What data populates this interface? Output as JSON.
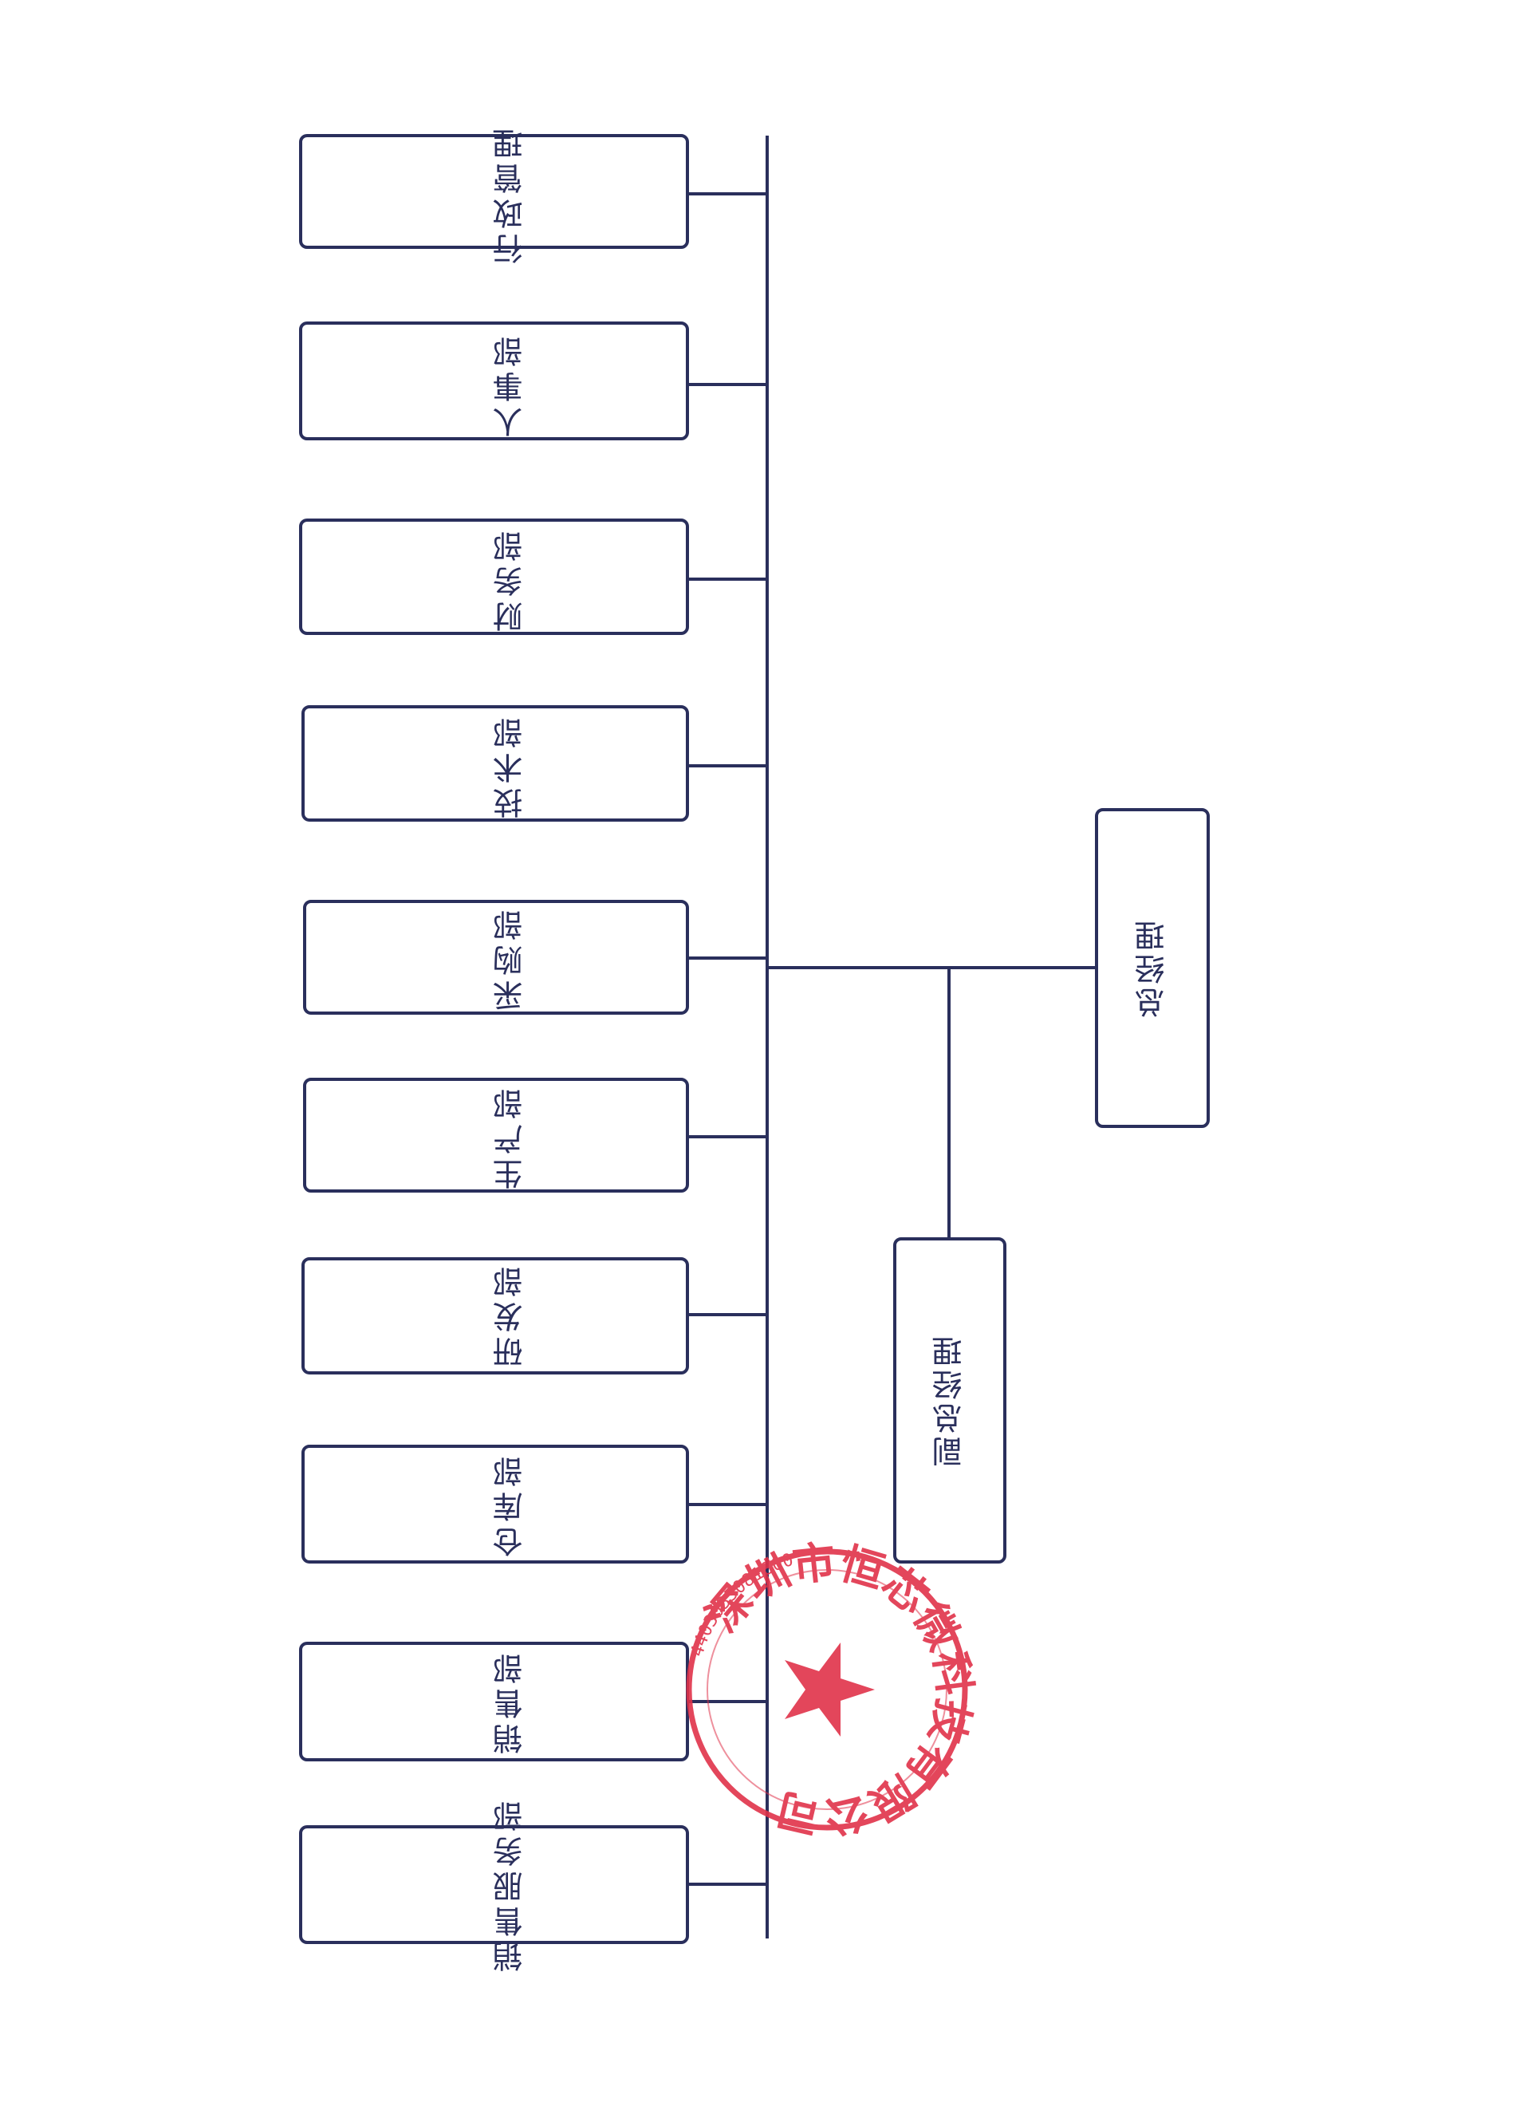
{
  "diagram": {
    "type": "org-chart",
    "departments": [
      {
        "id": "admin",
        "label": "行政管理"
      },
      {
        "id": "hr",
        "label": "人事部"
      },
      {
        "id": "finance",
        "label": "财务部"
      },
      {
        "id": "tech",
        "label": "技术部"
      },
      {
        "id": "purchasing",
        "label": "采购部"
      },
      {
        "id": "production",
        "label": "生产部"
      },
      {
        "id": "rnd",
        "label": "研发部"
      },
      {
        "id": "warehouse",
        "label": "仓库部"
      },
      {
        "id": "sales",
        "label": "销售部"
      },
      {
        "id": "sales-service",
        "label": "销售服务部"
      }
    ],
    "general_manager": {
      "label": "总经理"
    },
    "deputy_general_manager": {
      "label": "副总经理"
    },
    "edges": [
      [
        "general_manager",
        "deputy_general_manager"
      ],
      [
        "general_manager",
        "admin"
      ],
      [
        "general_manager",
        "hr"
      ],
      [
        "general_manager",
        "finance"
      ],
      [
        "general_manager",
        "tech"
      ],
      [
        "general_manager",
        "purchasing"
      ],
      [
        "general_manager",
        "production"
      ],
      [
        "general_manager",
        "rnd"
      ],
      [
        "general_manager",
        "warehouse"
      ],
      [
        "general_manager",
        "sales"
      ],
      [
        "general_manager",
        "sales-service"
      ]
    ]
  },
  "stamp": {
    "company_name": "深圳市恒芯微科技有限公司",
    "registration_number": "4403035081800",
    "color": "#e0324a"
  },
  "colors": {
    "line": "#2a2f5c",
    "stamp": "#e0324a"
  }
}
